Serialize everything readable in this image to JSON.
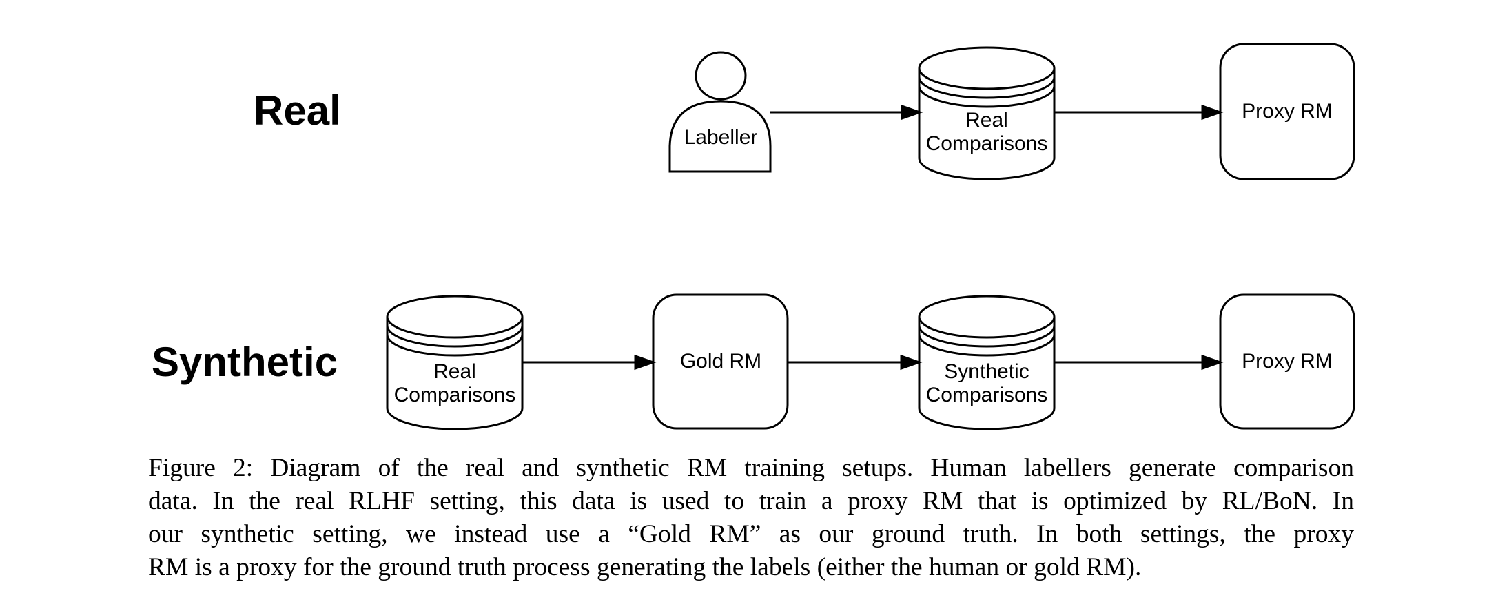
{
  "figure": {
    "rows": [
      {
        "label": "Real"
      },
      {
        "label": "Synthetic"
      }
    ],
    "nodes": {
      "labeller": {
        "label": "Labeller"
      },
      "real_comparisons_top": {
        "line1": "Real",
        "line2": "Comparisons"
      },
      "proxy_rm_top": {
        "label": "Proxy RM"
      },
      "real_comparisons_bottom": {
        "line1": "Real",
        "line2": "Comparisons"
      },
      "gold_rm": {
        "label": "Gold RM"
      },
      "synthetic_comparisons": {
        "line1": "Synthetic",
        "line2": "Comparisons"
      },
      "proxy_rm_bottom": {
        "label": "Proxy RM"
      }
    },
    "caption": {
      "lines": [
        "Figure 2: Diagram of the real and synthetic RM training setups. Human labellers generate comparison",
        "data. In the real RLHF setting, this data is used to train a proxy RM that is optimized by RL/BoN. In",
        "our synthetic setting, we instead use a “Gold RM” as our ground truth. In both settings, the proxy",
        "RM is a proxy for the ground truth process generating the labels (either the human or gold RM)."
      ]
    },
    "colors": {
      "stroke": "#000000",
      "background": "#ffffff"
    }
  }
}
